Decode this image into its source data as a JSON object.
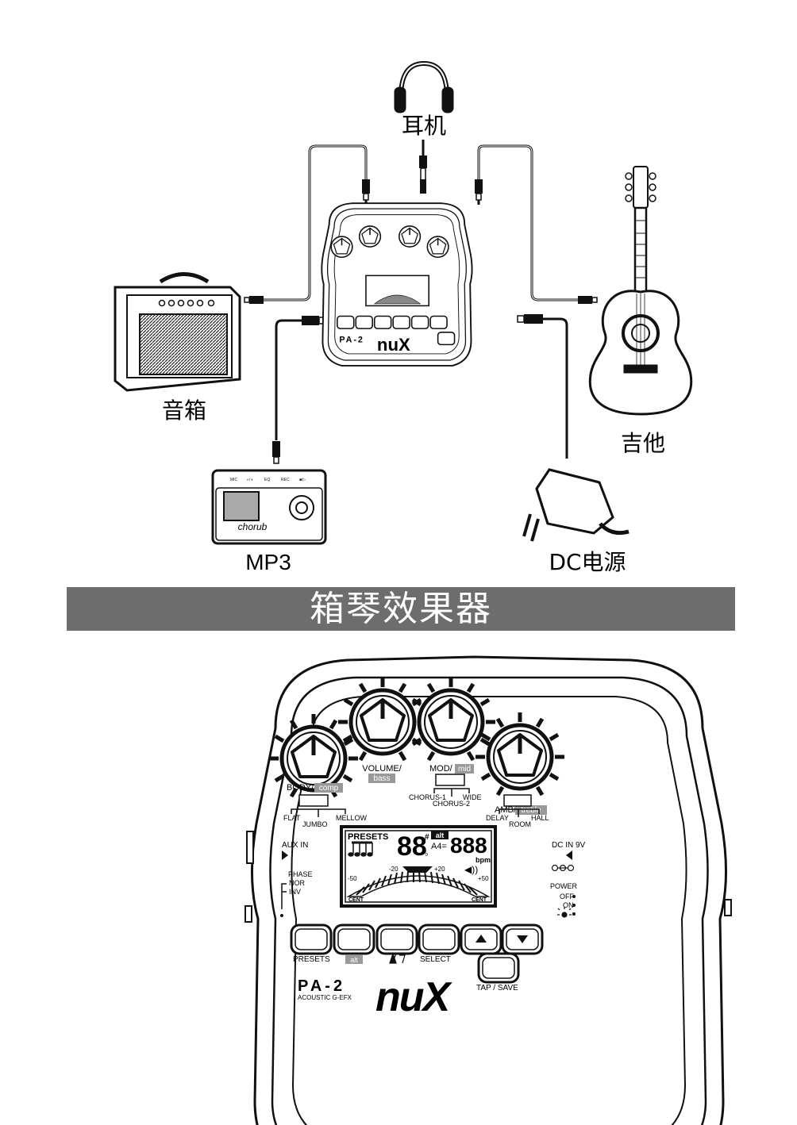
{
  "labels": {
    "headphones": "耳机",
    "speaker": "音箱",
    "guitar": "吉他",
    "mp3": "MP3",
    "dc_power": "DC电源"
  },
  "banner": "箱琴效果器",
  "device": {
    "knobs": {
      "body": "BODY/",
      "body_alt": "comp",
      "volume": "VOLUME/",
      "volume_alt": "bass",
      "mod": "MOD/",
      "mod_alt": "mid",
      "amb": "AMB/",
      "amb_alt": "treble"
    },
    "body_modes": {
      "flat": "FLAT",
      "jumbo": "JUMBO",
      "mellow": "MELLOW"
    },
    "mod_modes": {
      "chorus1": "CHORUS-1",
      "chorus2": "CHORUS-2",
      "wide": "WIDE"
    },
    "amb_modes": {
      "delay": "DELAY",
      "room": "ROOM",
      "hall": "HALL"
    },
    "aux_in": "AUX IN",
    "dc_in": "DC IN 9V",
    "phase": {
      "title": "PHASE",
      "nor": "NOR",
      "inv": "INV"
    },
    "power": {
      "title": "POWER",
      "off": "OFF",
      "on": "ON"
    },
    "lcd": {
      "presets": "PRESETS",
      "digits": "88",
      "alt": "alt",
      "a4": "A4=",
      "bpm_digits": "888",
      "bpm": "bpm",
      "minus20": "-20",
      "plus20": "+20",
      "minus50": "-50",
      "plus50": "+50",
      "cent_left": "CENT",
      "cent_right": "CENT"
    },
    "buttons": {
      "presets": "PRESETS",
      "alt": "alt",
      "select": "SELECT",
      "tap_save": "TAP / SAVE"
    },
    "model": "PA-2",
    "model_sub": "ACOUSTIC G-EFX",
    "brand": "nuX"
  },
  "mp3_player": {
    "brand": "chorub",
    "top_labels": [
      "MIC",
      "◐/◑",
      "EQ",
      "REC",
      "■/▷"
    ]
  }
}
